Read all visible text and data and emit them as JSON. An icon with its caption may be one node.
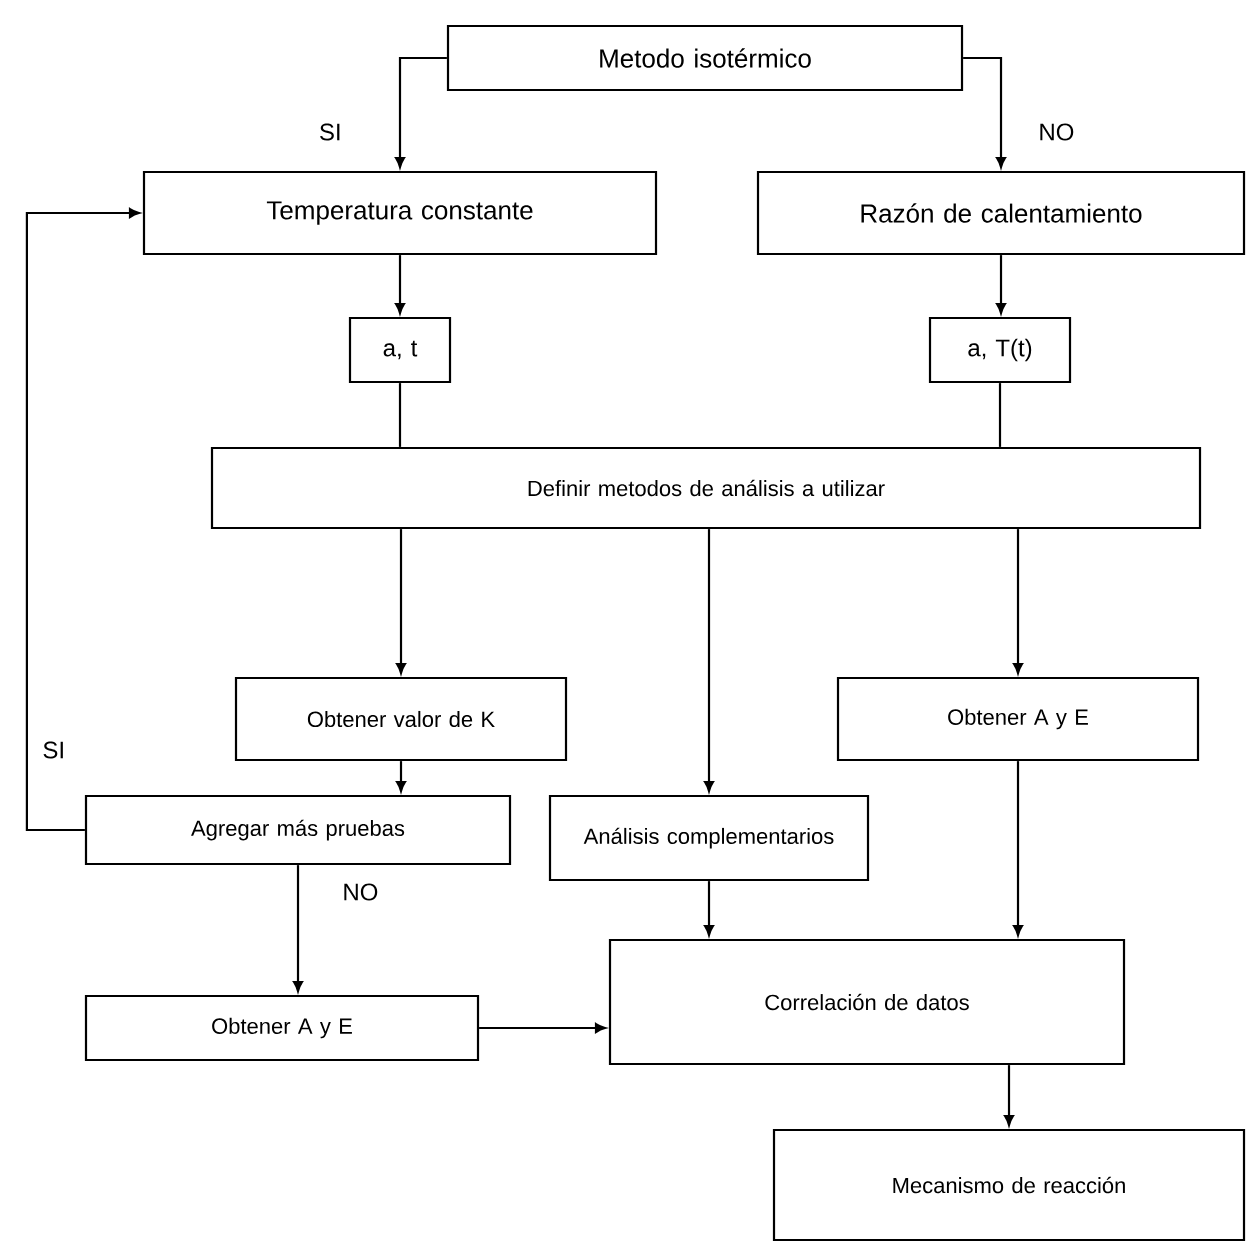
{
  "diagram": {
    "nodes": [
      {
        "text": [
          "Metodo isotérmico"
        ]
      },
      {
        "text": [
          "Temperatura constante"
        ]
      },
      {
        "text": [
          "Razón de calentamiento"
        ]
      },
      {
        "text": [
          "a, t"
        ]
      },
      {
        "text": [
          "a, T(t)"
        ]
      },
      {
        "text": [
          "Definir metodos de análisis a utilizar"
        ]
      },
      {
        "text": [
          "Obtener valor de K"
        ]
      },
      {
        "text": [
          "Obtener A y E"
        ]
      },
      {
        "text": [
          "Agregar más pruebas"
        ]
      },
      {
        "text": [
          "Análisis complementarios"
        ]
      },
      {
        "text": [
          "Obtener A y E"
        ]
      },
      {
        "text": [
          "Correlación de datos"
        ]
      },
      {
        "text": [
          "Mecanismo de reacción"
        ]
      }
    ],
    "edges": [
      {
        "from": 0,
        "to": 1,
        "arrow": "to",
        "label": "SI"
      },
      {
        "from": 0,
        "to": 2,
        "arrow": "to",
        "label": "NO"
      },
      {
        "from": 1,
        "to": 3,
        "arrow": "to"
      },
      {
        "from": 2,
        "to": 4,
        "arrow": "to"
      },
      {
        "from": 3,
        "to": 5,
        "arrow": "none"
      },
      {
        "from": 4,
        "to": 5,
        "arrow": "none"
      },
      {
        "from": 5,
        "to": 6,
        "arrow": "to"
      },
      {
        "from": 5,
        "to": 9,
        "arrow": "to"
      },
      {
        "from": 5,
        "to": 7,
        "arrow": "to"
      },
      {
        "from": 6,
        "to": 8,
        "arrow": "to"
      },
      {
        "from": 8,
        "to": 1,
        "arrow": "to",
        "label": "SI"
      },
      {
        "from": 8,
        "to": 10,
        "arrow": "to",
        "label": "NO"
      },
      {
        "from": 9,
        "to": 11,
        "arrow": "to"
      },
      {
        "from": 7,
        "to": 11,
        "arrow": "to"
      },
      {
        "from": 10,
        "to": 11,
        "arrow": "to"
      },
      {
        "from": 11,
        "to": 12,
        "arrow": "to"
      }
    ]
  }
}
